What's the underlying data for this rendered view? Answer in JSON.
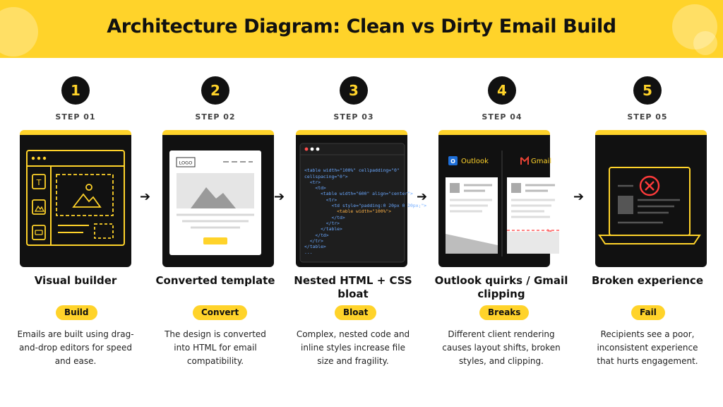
{
  "title": "Architecture Diagram: Clean vs Dirty Email Build",
  "colors": {
    "accent": "#ffd32a",
    "card": "#111111"
  },
  "steps": [
    {
      "number": "1",
      "label": "STEP 01",
      "title": "Visual builder",
      "pill": "Build",
      "desc": "Emails are built using drag-and-drop editors for speed and ease."
    },
    {
      "number": "2",
      "label": "STEP 02",
      "title": "Converted template",
      "pill": "Convert",
      "desc": "The design is converted into HTML for email compatibility."
    },
    {
      "number": "3",
      "label": "STEP 03",
      "title": "Nested HTML + CSS bloat",
      "pill": "Bloat",
      "desc": "Complex, nested code and inline styles increase file size and fragility."
    },
    {
      "number": "4",
      "label": "STEP 04",
      "title": "Outlook quirks / Gmail clipping",
      "pill": "Breaks",
      "desc": "Different client rendering causes layout shifts, broken styles, and clipping."
    },
    {
      "number": "5",
      "label": "STEP 05",
      "title": "Broken experience",
      "pill": "Fail",
      "desc": "Recipients see a poor, inconsistent experience that hurts engagement."
    }
  ],
  "card2": {
    "logo": "LOGO"
  },
  "card4": {
    "outlook": "Outlook",
    "gmail": "Gmail"
  },
  "code_lines": [
    {
      "tag": "<table width=\"100%\" cellpadding=\"0\"",
      "rest": ""
    },
    {
      "tag": "cellspacing=\"0\">",
      "rest": ""
    },
    {
      "tag": "  <tr>",
      "rest": ""
    },
    {
      "tag": "    <td>",
      "rest": ""
    },
    {
      "tag": "      <table width=\"600\" align=\"center\">",
      "rest": ""
    },
    {
      "tag": "        <tr>",
      "rest": ""
    },
    {
      "tag": "          <td style=\"padding:0 20px 0 20px;\">",
      "rest": ""
    },
    {
      "tag": "",
      "rest": "            <table width=\"100%\">"
    },
    {
      "tag": "          </td>",
      "rest": ""
    },
    {
      "tag": "        </tr>",
      "rest": ""
    },
    {
      "tag": "      </table>",
      "rest": ""
    },
    {
      "tag": "    </td>",
      "rest": ""
    },
    {
      "tag": "  </tr>",
      "rest": ""
    },
    {
      "tag": "</table>",
      "rest": ""
    },
    {
      "tag": "...",
      "rest": ""
    }
  ]
}
